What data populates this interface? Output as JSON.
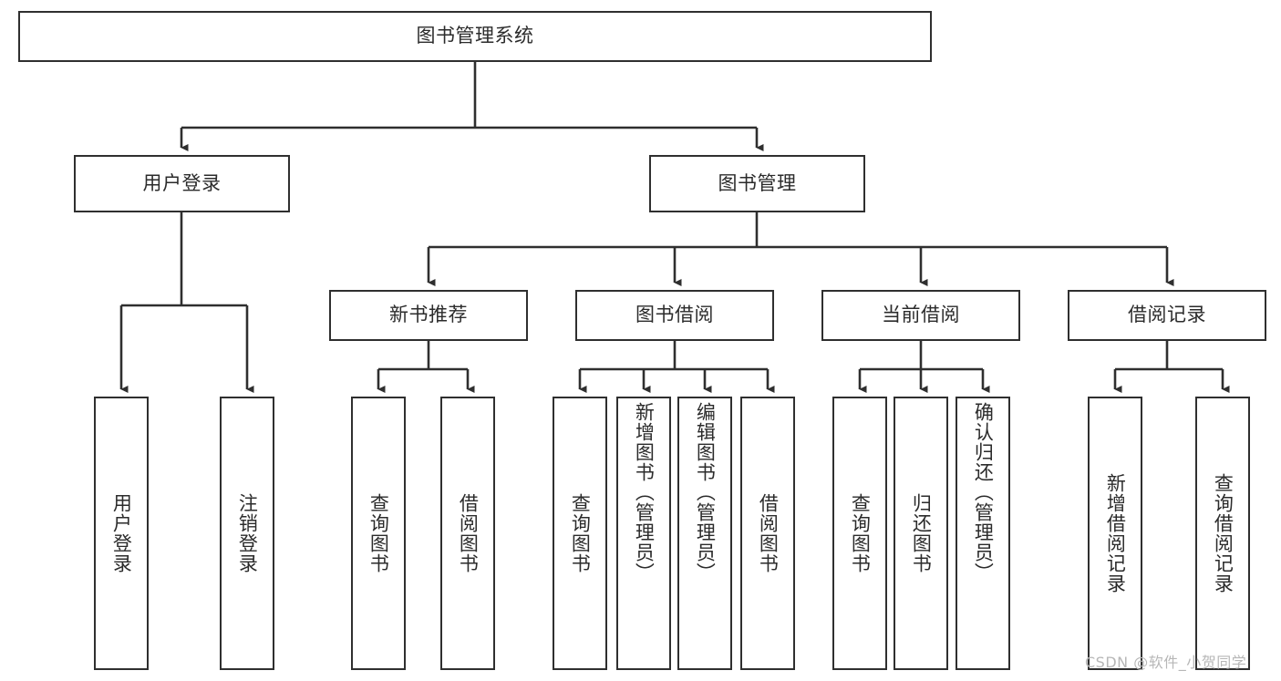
{
  "diagram": {
    "type": "tree-hierarchy-chart",
    "title": "图书管理系统",
    "style": {
      "box_border_color": "#2f2f2f",
      "box_fill_color": "#ffffff",
      "connector_color": "#2f2f2f",
      "text_color": "#2b2b2b",
      "background_color": "#ffffff",
      "watermark_color": "#b7b7b7"
    },
    "root": {
      "label": "图书管理系统"
    },
    "level1": [
      {
        "label": "用户登录"
      },
      {
        "label": "图书管理"
      }
    ],
    "level2": [
      {
        "label": "新书推荐"
      },
      {
        "label": "图书借阅"
      },
      {
        "label": "当前借阅"
      },
      {
        "label": "借阅记录"
      }
    ],
    "leaves": {
      "user_login": [
        {
          "label": "用户登录"
        },
        {
          "label": "注销登录"
        }
      ],
      "new_book_recommend": [
        {
          "label": "查询图书"
        },
        {
          "label": "借阅图书"
        }
      ],
      "book_borrow": [
        {
          "label": "查询图书"
        },
        {
          "label": "新增图书（管理员）"
        },
        {
          "label": "编辑图书（管理员）"
        },
        {
          "label": "借阅图书"
        }
      ],
      "current_borrow": [
        {
          "label": "查询图书"
        },
        {
          "label": "归还图书"
        },
        {
          "label": "确认归还（管理员）"
        }
      ],
      "borrow_record": [
        {
          "label": "新增借阅记录"
        },
        {
          "label": "查询借阅记录"
        }
      ]
    },
    "watermark": "CSDN @软件_小贺同学"
  }
}
